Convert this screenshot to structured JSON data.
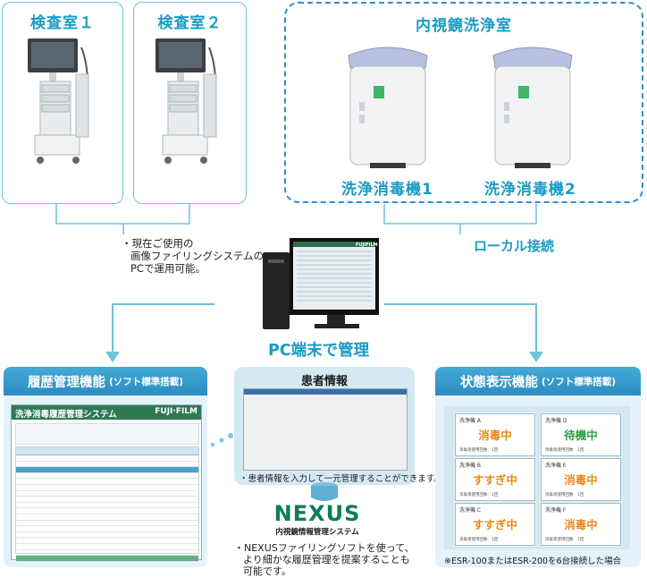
{
  "rooms": [
    {
      "title": "検査室１"
    },
    {
      "title": "検査室２"
    }
  ],
  "washing_room": {
    "title": "内視鏡洗浄室",
    "machines": [
      "洗浄消毒機1",
      "洗浄消毒機2"
    ]
  },
  "note_pc": [
    "・現在ご使用の",
    "画像ファイリングシステムの",
    "PCで運用可能。"
  ],
  "local_connection": "ローカル接続",
  "pc_label": "PC端末で管理",
  "monitor_brand": "FUJIFILM",
  "history_panel": {
    "title": "履歴管理機能",
    "subtitle": "(ソフト標準搭載)",
    "screen_title": "洗浄消毒履歴管理システム",
    "screen_brand": "FUJI·FILM"
  },
  "patient_panel": {
    "title": "患者情報",
    "caption": "・患者情報を入力して一元管理することができます。"
  },
  "nexus": {
    "logo": "NEXUS",
    "tagline": "内視鏡情報管理システム",
    "note": [
      "・NEXUSファイリングソフトを使って、",
      "より細かな履歴管理を提案することも",
      "可能です。"
    ]
  },
  "status_panel": {
    "title": "状態表示機能",
    "subtitle": "(ソフト標準搭載)",
    "cards": [
      {
        "name": "洗浄機 A",
        "status": "消毒中",
        "color": "#e8891a"
      },
      {
        "name": "洗浄機 D",
        "status": "待機中",
        "color": "#2aa042"
      },
      {
        "name": "洗浄機 B",
        "status": "すすぎ中",
        "color": "#e8891a"
      },
      {
        "name": "洗浄機 E",
        "status": "消毒中",
        "color": "#e8891a"
      },
      {
        "name": "洗浄機 C",
        "status": "すすぎ中",
        "color": "#e8891a"
      },
      {
        "name": "洗浄機 F",
        "status": "消毒中",
        "color": "#e8891a"
      }
    ],
    "card_footer": "消毒液使用回数　1回",
    "footnote": "※ESR-100またはESR-200を6台接続した場合"
  },
  "colors": {
    "accent": "#1a9bc4",
    "panel_bg": "#e4f2f9",
    "dash": "#2b8fd0",
    "disinfect": "#e8891a",
    "standby": "#2aa042"
  }
}
